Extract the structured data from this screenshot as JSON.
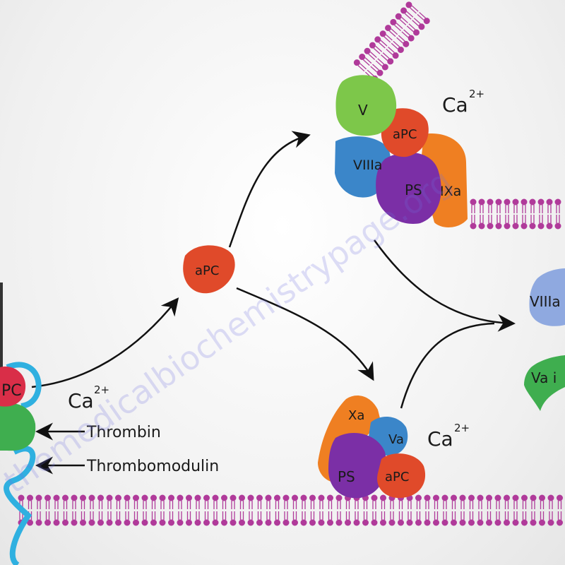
{
  "diagram": {
    "calcium": {
      "base": "Ca",
      "charge": "2+"
    },
    "left_complex": {
      "apc_label": "PC",
      "thrombin_label": "Thrombin",
      "thrombomodulin_label": "Thrombomodulin"
    },
    "free_apc_label": "aPC",
    "top_complex": {
      "v": "V",
      "apc": "aPC",
      "viiia": "VIIIa",
      "ps": "PS",
      "ixa": "IXa"
    },
    "bottom_complex": {
      "xa": "Xa",
      "va": "Va",
      "ps": "PS",
      "apc": "aPC"
    },
    "products": {
      "viiia_inactive": "VIIIa",
      "va_inactive": "Va i"
    },
    "watermark": "themedicalbiochemistrypage.org"
  },
  "colors": {
    "apc": "#e04a2a",
    "v": "#7dc74a",
    "viiia": "#3b86c9",
    "ps": "#7b2fa6",
    "ixa": "#ef7f22",
    "membrane": "#b03a9a",
    "thrombomodulin": "#2fb0e0",
    "thrombin": "#3fae4f"
  }
}
